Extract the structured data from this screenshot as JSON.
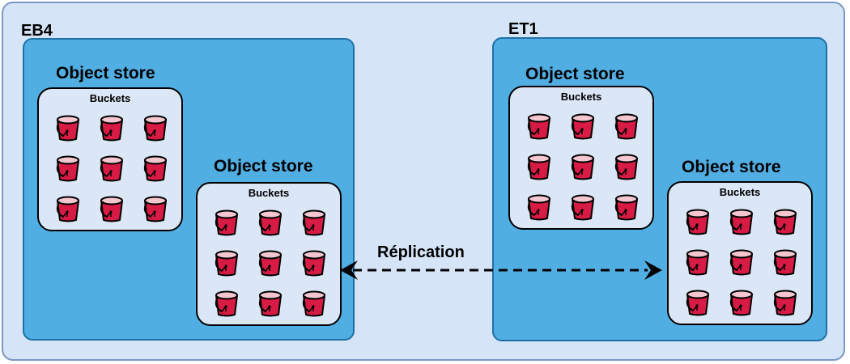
{
  "sites": [
    {
      "name": "EB4",
      "stores": [
        {
          "title": "Object store",
          "buckets_label": "Buckets",
          "bucket_count": 9
        },
        {
          "title": "Object store",
          "buckets_label": "Buckets",
          "bucket_count": 9
        }
      ]
    },
    {
      "name": "ET1",
      "stores": [
        {
          "title": "Object store",
          "buckets_label": "Buckets",
          "bucket_count": 9
        },
        {
          "title": "Object store",
          "buckets_label": "Buckets",
          "bucket_count": 9
        }
      ]
    }
  ],
  "replication": {
    "label": "Réplication",
    "style": "dashed",
    "direction": "bidirectional"
  },
  "colors": {
    "background": "#d6e4f7",
    "site_fill": "#51aee2",
    "store_fill": "#dbe6f6",
    "bucket_fill": "#d81b45",
    "bucket_rim": "#f4c6d0"
  }
}
